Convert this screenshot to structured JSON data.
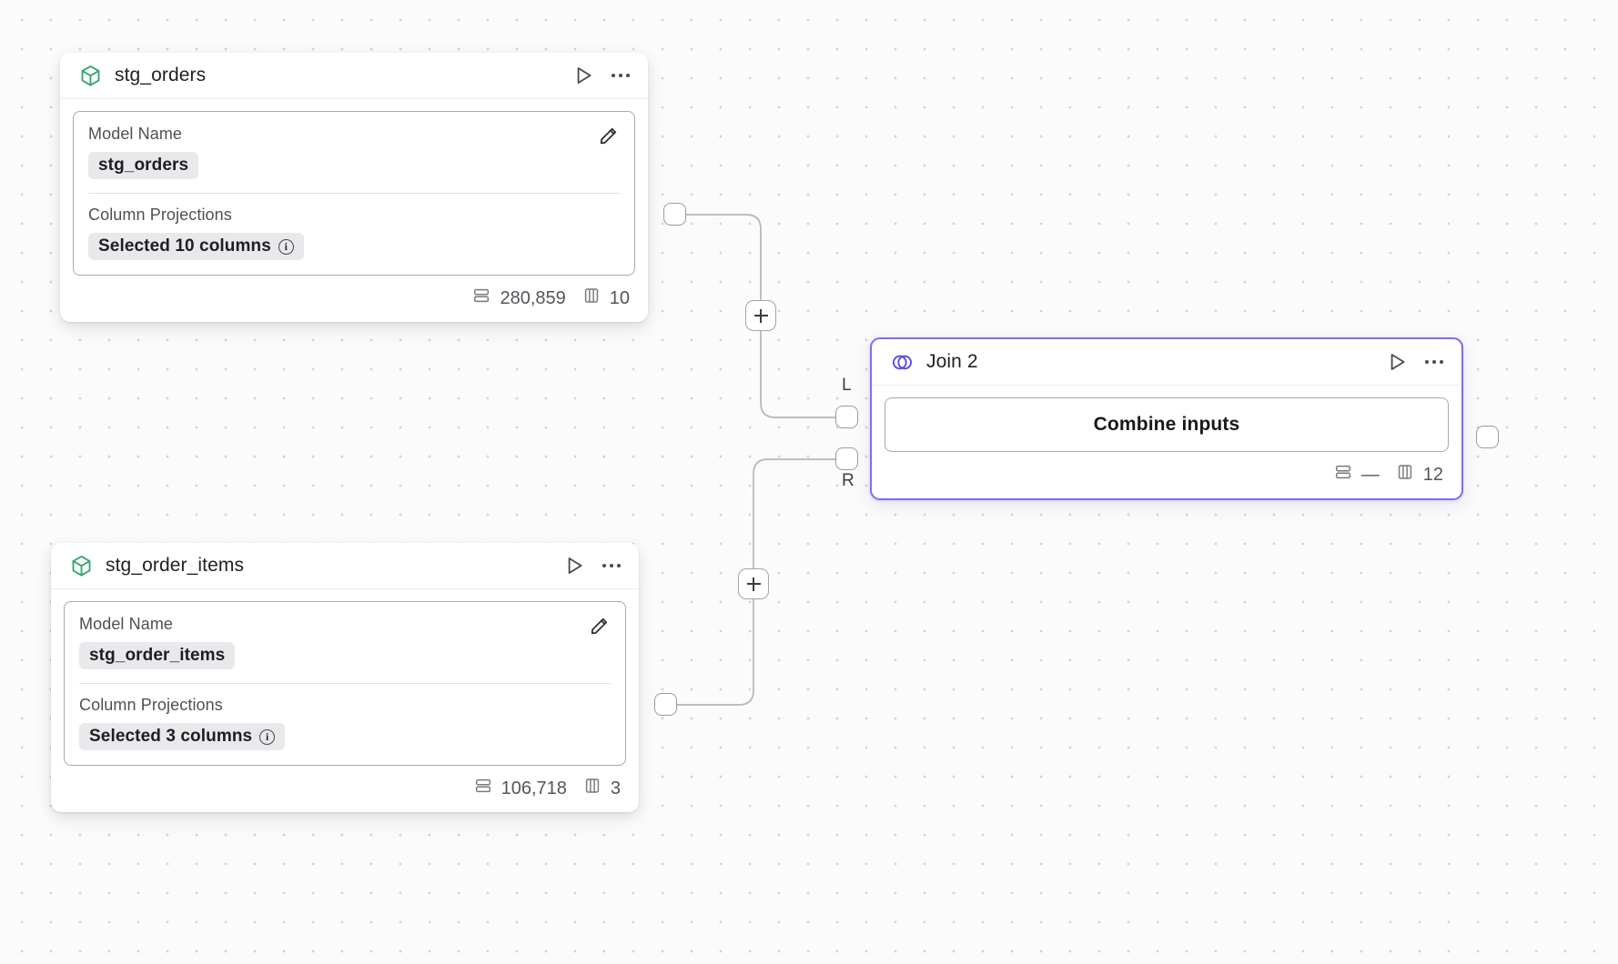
{
  "canvas": {
    "background": "#fbfbfb",
    "dot_color": "#d2d2d6",
    "accent": "#7c6cf5",
    "model_icon_color": "#3aa675"
  },
  "nodes": [
    {
      "id": "stg_orders",
      "type": "model",
      "icon": "cube-icon",
      "title": "stg_orders",
      "fields": {
        "model_name_label": "Model Name",
        "model_name_value": "stg_orders",
        "column_projections_label": "Column Projections",
        "column_projections_value": "Selected 10 columns"
      },
      "stats": {
        "rows": "280,859",
        "columns": "10"
      }
    },
    {
      "id": "stg_order_items",
      "type": "model",
      "icon": "cube-icon",
      "title": "stg_order_items",
      "fields": {
        "model_name_label": "Model Name",
        "model_name_value": "stg_order_items",
        "column_projections_label": "Column Projections",
        "column_projections_value": "Selected 3 columns"
      },
      "stats": {
        "rows": "106,718",
        "columns": "3"
      }
    },
    {
      "id": "join_2",
      "type": "join",
      "icon": "venn-icon",
      "title": "Join 2",
      "selected": true,
      "action_label": "Combine inputs",
      "input_labels": {
        "left": "L",
        "right": "R"
      },
      "stats": {
        "rows": "—",
        "columns": "12"
      }
    }
  ],
  "edges": [
    {
      "from": "stg_orders",
      "to": "join_2",
      "target_port": "L",
      "add_button": "+"
    },
    {
      "from": "stg_order_items",
      "to": "join_2",
      "target_port": "R",
      "add_button": "+"
    }
  ],
  "icons": {
    "run": "play-icon",
    "menu": "more-horizontal-icon",
    "edit": "pencil-icon",
    "info": "info-icon",
    "rows": "rows-icon",
    "columns": "columns-icon"
  }
}
